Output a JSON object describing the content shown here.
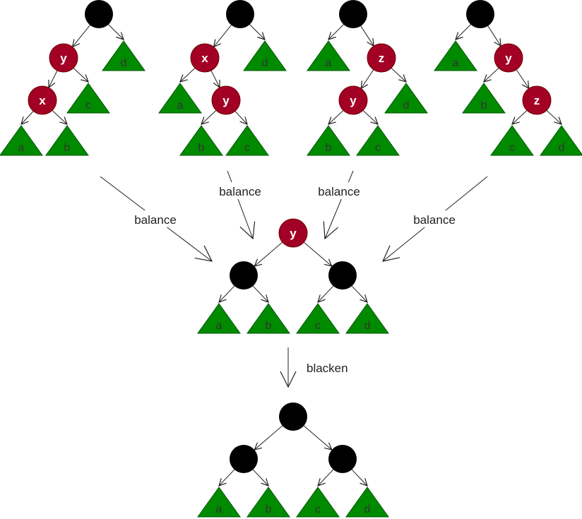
{
  "colors": {
    "black_node": "#000000",
    "red_node": "#a20025",
    "red_node_stroke": "#6f0000",
    "leaf": "#008a00",
    "leaf_stroke": "#005700",
    "edge": "#222222",
    "background": "#ffffff"
  },
  "trees": {
    "case1": {
      "nodes": [
        {
          "id": "root",
          "color": "black",
          "label": ""
        },
        {
          "id": "y",
          "color": "red",
          "label": "y"
        },
        {
          "id": "x",
          "color": "red",
          "label": "x"
        }
      ],
      "leaves": [
        "a",
        "b",
        "c",
        "d"
      ]
    },
    "case2": {
      "nodes": [
        {
          "id": "root",
          "color": "black",
          "label": ""
        },
        {
          "id": "x",
          "color": "red",
          "label": "x"
        },
        {
          "id": "y",
          "color": "red",
          "label": "y"
        }
      ],
      "leaves": [
        "a",
        "b",
        "c",
        "d"
      ]
    },
    "case3": {
      "nodes": [
        {
          "id": "root",
          "color": "black",
          "label": ""
        },
        {
          "id": "z",
          "color": "red",
          "label": "z"
        },
        {
          "id": "y",
          "color": "red",
          "label": "y"
        }
      ],
      "leaves": [
        "a",
        "b",
        "c",
        "d"
      ]
    },
    "case4": {
      "nodes": [
        {
          "id": "root",
          "color": "black",
          "label": ""
        },
        {
          "id": "y",
          "color": "red",
          "label": "y"
        },
        {
          "id": "z",
          "color": "red",
          "label": "z"
        }
      ],
      "leaves": [
        "a",
        "b",
        "c",
        "d"
      ]
    },
    "balanced": {
      "nodes": [
        {
          "id": "y",
          "color": "red",
          "label": "y"
        },
        {
          "id": "left",
          "color": "black",
          "label": ""
        },
        {
          "id": "right",
          "color": "black",
          "label": ""
        }
      ],
      "leaves": [
        "a",
        "b",
        "c",
        "d"
      ]
    },
    "blackened": {
      "nodes": [
        {
          "id": "root",
          "color": "black",
          "label": ""
        },
        {
          "id": "left",
          "color": "black",
          "label": ""
        },
        {
          "id": "right",
          "color": "black",
          "label": ""
        }
      ],
      "leaves": [
        "a",
        "b",
        "c",
        "d"
      ]
    }
  },
  "operations": {
    "balance_1": "balance",
    "balance_2": "balance",
    "balance_3": "balance",
    "balance_4": "balance",
    "blacken": "blacken"
  }
}
